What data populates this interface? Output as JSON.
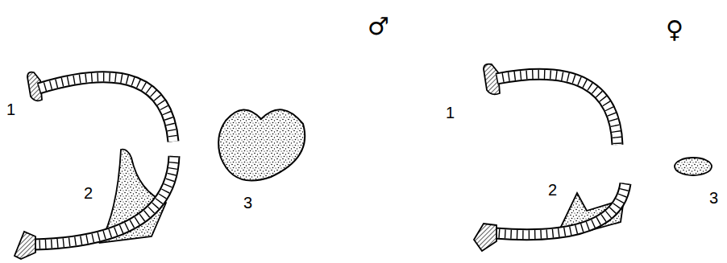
{
  "diagram": {
    "labels": [
      "♂",
      "1",
      "2",
      "3",
      "♀",
      "1",
      "2",
      "3"
    ]
  }
}
